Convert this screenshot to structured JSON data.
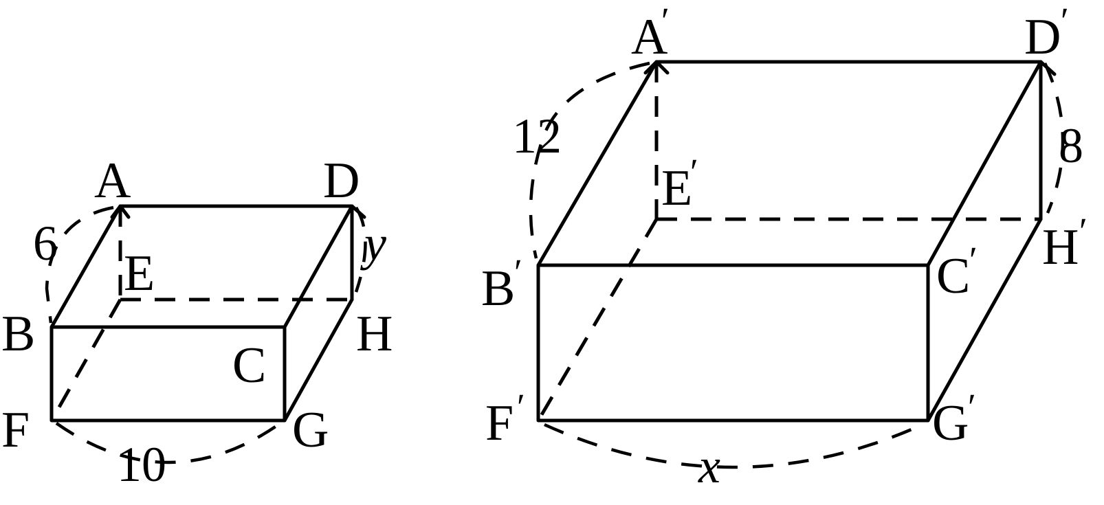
{
  "small_prism": {
    "vertices": {
      "A": "A",
      "D": "D",
      "E": "E",
      "H": "H",
      "B": "B",
      "C": "C",
      "F": "F",
      "G": "G"
    },
    "dimensions": {
      "slant": "6",
      "height": "y",
      "bottom": "10"
    }
  },
  "large_prism": {
    "vertices": {
      "A": "A",
      "D": "D",
      "E": "E",
      "H": "H",
      "B": "B",
      "C": "C",
      "F": "F",
      "G": "G"
    },
    "prime_mark": "′",
    "dimensions": {
      "slant": "12",
      "height": "8",
      "bottom": "x"
    }
  }
}
